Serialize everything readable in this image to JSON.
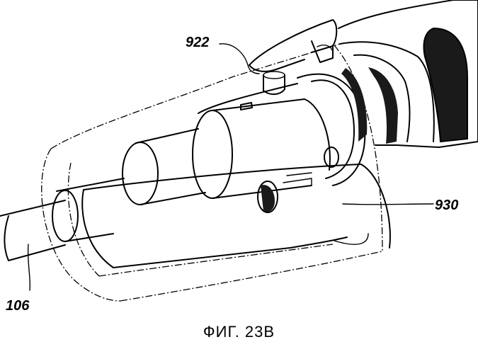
{
  "figure": {
    "labels": {
      "ref_922": "922",
      "ref_930": "930",
      "ref_106": "106"
    },
    "caption": "ФИГ. 23B"
  },
  "colors": {
    "ink": "#000000",
    "shade": "#1a1a1a",
    "background": "#ffffff"
  }
}
